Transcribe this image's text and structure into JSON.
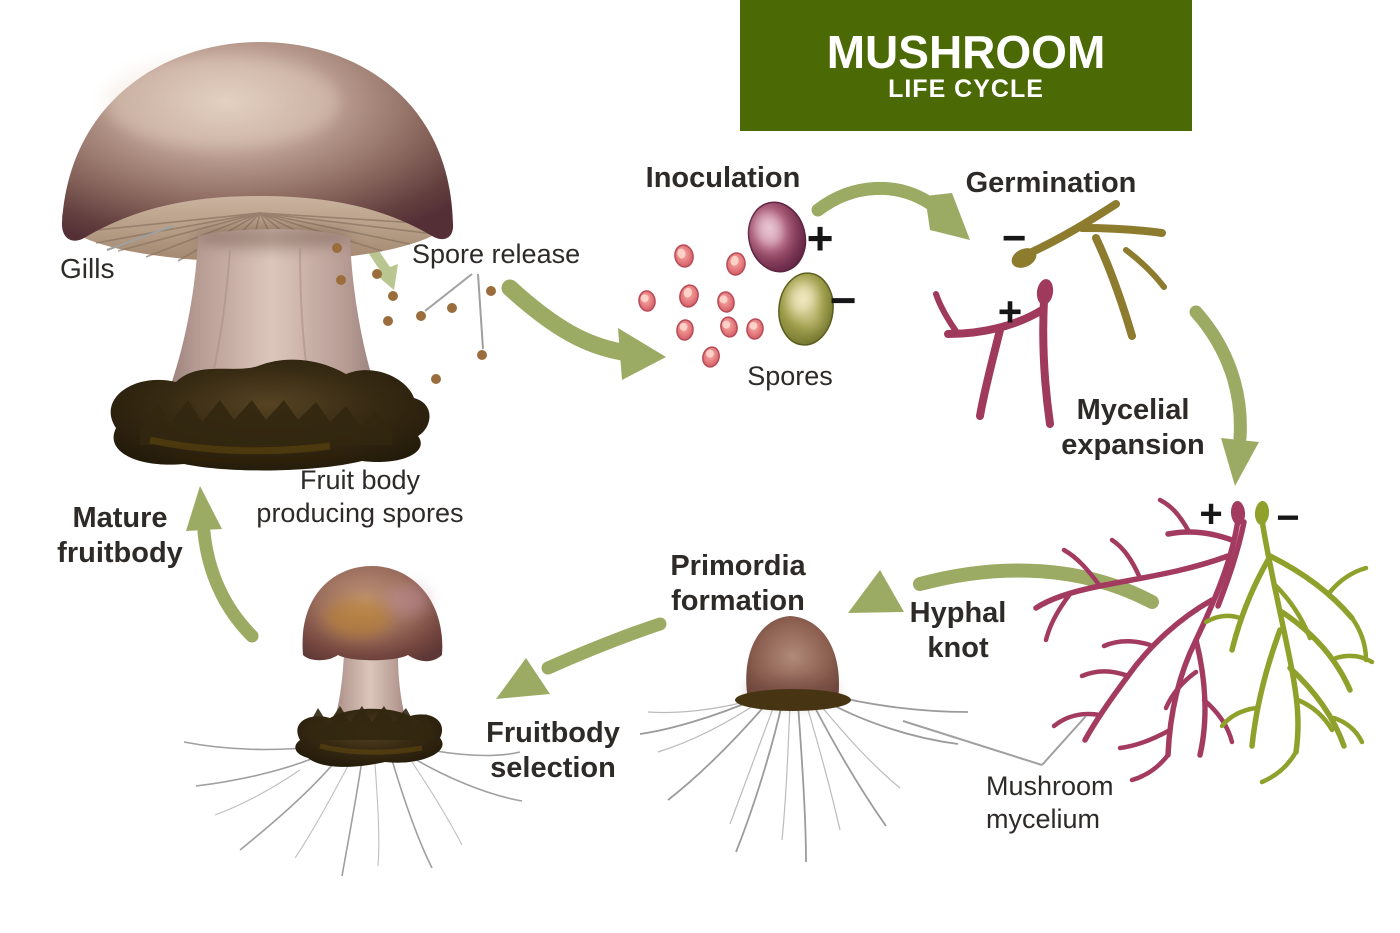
{
  "banner": {
    "title": "MUSHROOM",
    "subtitle": "LIFE CYCLE",
    "bg_color": "#4b6905"
  },
  "stage_labels": {
    "inoculation": "Inoculation",
    "germination": "Germination",
    "mycelial_expansion": "Mycelial\nexpansion",
    "hyphal_knot": "Hyphal\nknot",
    "primordia_formation": "Primordia\nformation",
    "fruitbody_selection": "Fruitbody\nselection",
    "mature_fruitbody": "Mature\nfruitbody"
  },
  "part_labels": {
    "gills": "Gills",
    "spore_release": "Spore release",
    "spores": "Spores",
    "fruit_body_producing_spores": "Fruit body\nproducing spores",
    "mushroom_mycelium": "Mushroom\nmycelium"
  },
  "signs": {
    "plus": "+",
    "minus": "−"
  },
  "colors": {
    "banner_green": "#4b6905",
    "arrow_green": "#9cab64",
    "mycelium_maroon": "#a23b5f",
    "mycelium_olive": "#8fa12b",
    "spore_pink": "#e4737a",
    "spore_dot_brown": "#9c6d3c",
    "label_text": "#2d2a28"
  }
}
